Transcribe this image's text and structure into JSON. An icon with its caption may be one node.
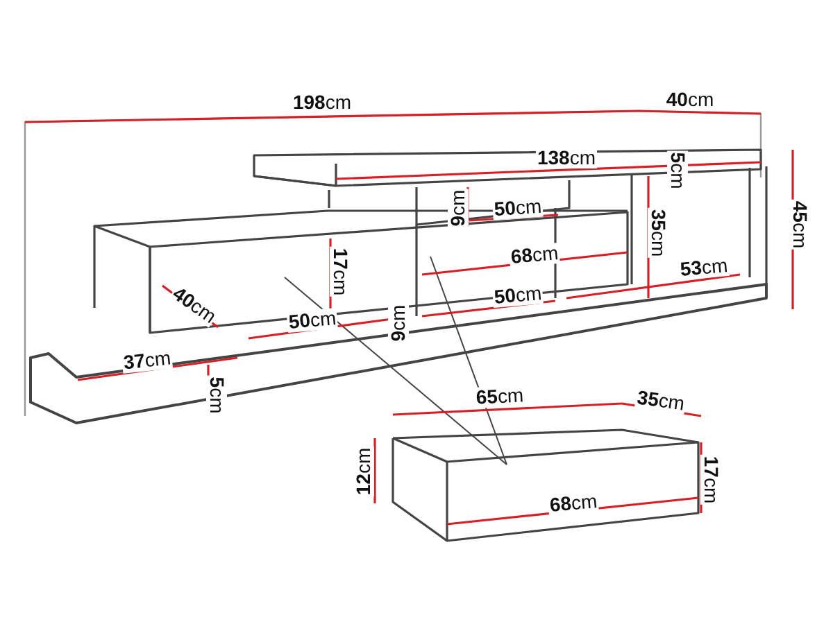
{
  "diagram": {
    "labels": [
      "**198**cm",
      "**40**cm",
      "**138**cm",
      "**5**cm",
      "**45**cm",
      "**9**cm",
      "**50**cm",
      "**35**cm",
      "**17**cm",
      "**68**cm",
      "**53**cm",
      "**40**cm",
      "**50**cm",
      "**50**cm",
      "**9**cm",
      "**37**cm",
      "**5**cm",
      "**65**cm",
      "**35**cm",
      "**12**cm",
      "**17**cm",
      "**68**cm"
    ]
  }
}
